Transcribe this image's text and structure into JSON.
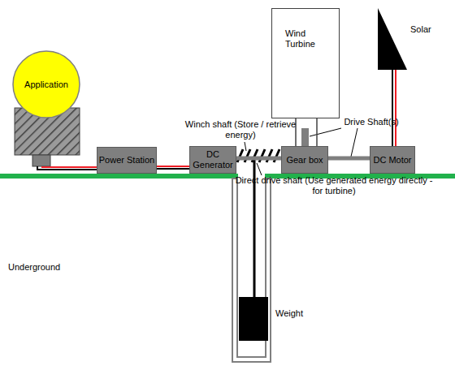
{
  "diagram": {
    "nodes": [
      {
        "text": [
          "Wind Turbine"
        ]
      },
      {
        "text": [
          "Solar"
        ]
      },
      {
        "text": [
          "Application"
        ]
      },
      {
        "text": [
          "Power Station"
        ]
      },
      {
        "text": [
          "DC Generator"
        ]
      },
      {
        "text": [
          "Gear box"
        ]
      },
      {
        "text": [
          "DC Motor"
        ]
      },
      {
        "text": [
          "Weight"
        ]
      }
    ],
    "edges": [
      {
        "from": 2,
        "to": 3,
        "arrow": "none"
      },
      {
        "from": 3,
        "to": 4,
        "arrow": "none"
      },
      {
        "from": 4,
        "to": 5,
        "arrow": "none"
      },
      {
        "from": 0,
        "to": 5,
        "arrow": "none"
      },
      {
        "from": 5,
        "to": 6,
        "arrow": "none"
      },
      {
        "from": 1,
        "to": 6,
        "arrow": "none"
      }
    ],
    "labels": [
      "Winch shaft (Store / retrieve energy)",
      "Drive Shaft(s)",
      "Direct drive shaft (Use generated energy directly - for turbine)",
      "Underground"
    ]
  }
}
